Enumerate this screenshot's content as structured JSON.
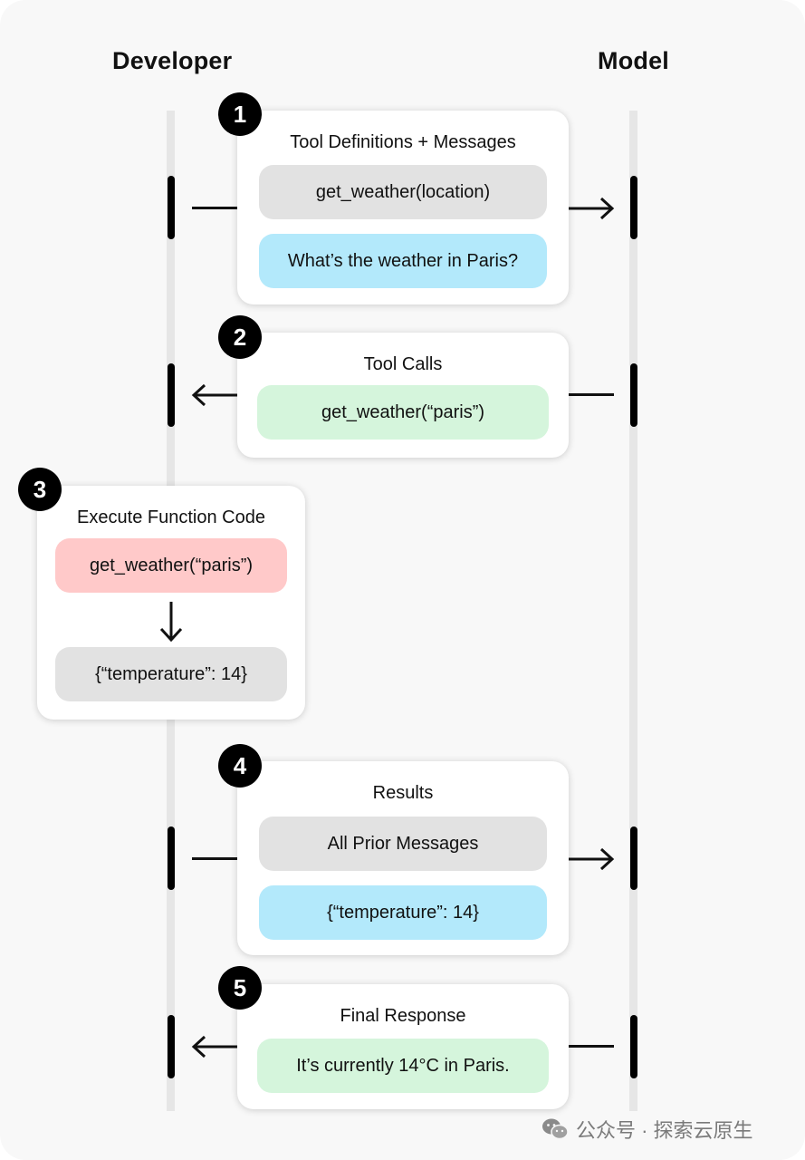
{
  "columns": {
    "left": "Developer",
    "right": "Model"
  },
  "steps": [
    {
      "number": "1",
      "title": "Tool Definitions + Messages",
      "pills": [
        {
          "text": "get_weather(location)",
          "color": "#e2e2e2"
        },
        {
          "text": "What’s the weather in Paris?",
          "color": "#b3e9fb"
        }
      ],
      "direction": "to-model"
    },
    {
      "number": "2",
      "title": "Tool Calls",
      "pills": [
        {
          "text": "get_weather(“paris”)",
          "color": "#d5f5dc"
        }
      ],
      "direction": "to-developer"
    },
    {
      "number": "3",
      "title": "Execute Function Code",
      "pills": [
        {
          "text": "get_weather(“paris”)",
          "color": "#ffc9c9"
        },
        {
          "text": "{“temperature”: 14}",
          "color": "#e2e2e2"
        }
      ],
      "direction": "local"
    },
    {
      "number": "4",
      "title": "Results",
      "pills": [
        {
          "text": "All Prior Messages",
          "color": "#e2e2e2"
        },
        {
          "text": "{“temperature”: 14}",
          "color": "#b3e9fb"
        }
      ],
      "direction": "to-model"
    },
    {
      "number": "5",
      "title": "Final Response",
      "pills": [
        {
          "text": "It’s currently 14°C in Paris.",
          "color": "#d5f5dc"
        }
      ],
      "direction": "to-developer"
    }
  ],
  "watermark": {
    "text": "公众号 · 探索云原生",
    "icon": "wechat-icon"
  }
}
